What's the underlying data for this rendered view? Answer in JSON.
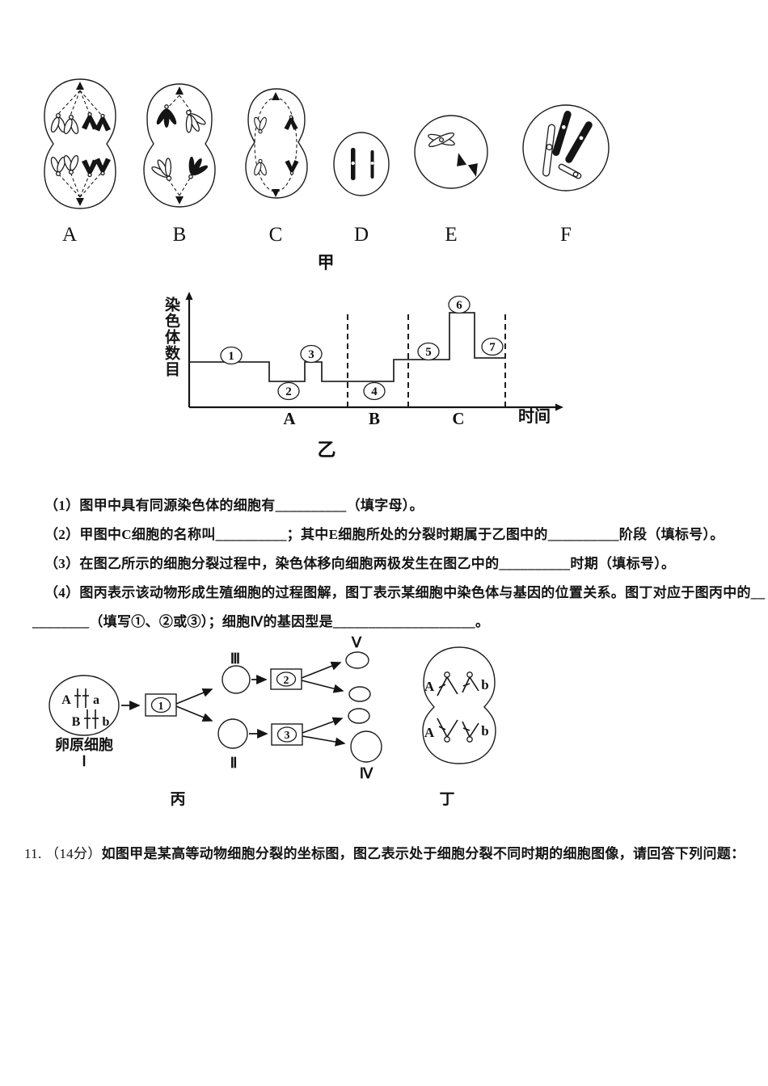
{
  "page": {
    "background": "#ffffff",
    "ink": "#141414"
  },
  "figure_jia": {
    "caption": "甲",
    "cells": [
      "A",
      "B",
      "C",
      "D",
      "E",
      "F"
    ]
  },
  "figure_yi": {
    "caption": "乙",
    "y_axis_label": "染色体数目",
    "x_axis_label": "时间",
    "phase_labels": [
      "A",
      "B",
      "C"
    ],
    "segments": [
      "1",
      "2",
      "3",
      "4",
      "5",
      "6",
      "7"
    ],
    "chart_data": {
      "type": "line",
      "title": "乙",
      "xlabel": "时间",
      "ylabel": "染色体数目",
      "x_phases": [
        "A",
        "B",
        "C"
      ],
      "grid": false,
      "y_ticks": "none",
      "series": [
        {
          "name": "染色体数目",
          "step_segments": [
            {
              "id": "①",
              "level": 2,
              "phase": "A"
            },
            {
              "id": "②",
              "level": 1,
              "phase": "A"
            },
            {
              "id": "③",
              "level": 2,
              "phase": "A"
            },
            {
              "id": "④",
              "level": 1,
              "phase": "B"
            },
            {
              "id": "⑤",
              "level": 2,
              "phase": "C"
            },
            {
              "id": "⑥",
              "level": 4,
              "phase": "C"
            },
            {
              "id": "⑦",
              "level": 2,
              "phase": "C"
            }
          ]
        }
      ]
    }
  },
  "questions": {
    "q1": "（1）图甲中具有同源染色体的细胞有__________（填字母）。",
    "q2": "（2）甲图中C细胞的名称叫__________；其中E细胞所处的分裂时期属于乙图中的__________阶段（填标号）。",
    "q3": "（3）在图乙所示的细胞分裂过程中，染色体移向细胞两极发生在图乙中的__________时期（填标号）。",
    "q4_line1": "（4）图丙表示该动物形成生殖细胞的过程图解，图丁表示某细胞中染色体与基因的位置关系。图丁对应于图丙中的__",
    "q4_line2": "________（填写①、②或③）；细胞Ⅳ的基因型是____________________。",
    "q11_prefix": "11. （14分）",
    "q11_body": "如图甲是某高等动物细胞分裂的坐标图，图乙表示处于细胞分裂不同时期的细胞图像，请回答下列问题："
  },
  "figure_bing": {
    "caption": "丙",
    "cell_name": "卵原细胞",
    "roman_labels": {
      "i": "Ⅰ",
      "ii": "Ⅱ",
      "iii": "Ⅲ",
      "iv": "Ⅳ",
      "v": "Ⅴ"
    },
    "process_steps": [
      "1",
      "2",
      "3"
    ],
    "genes": {
      "r1_left": "A",
      "r1_right": "a",
      "r2_left": "B",
      "r2_right": "b"
    }
  },
  "figure_ding": {
    "caption": "丁",
    "alleles": [
      "A",
      "b",
      "A",
      "b"
    ]
  }
}
